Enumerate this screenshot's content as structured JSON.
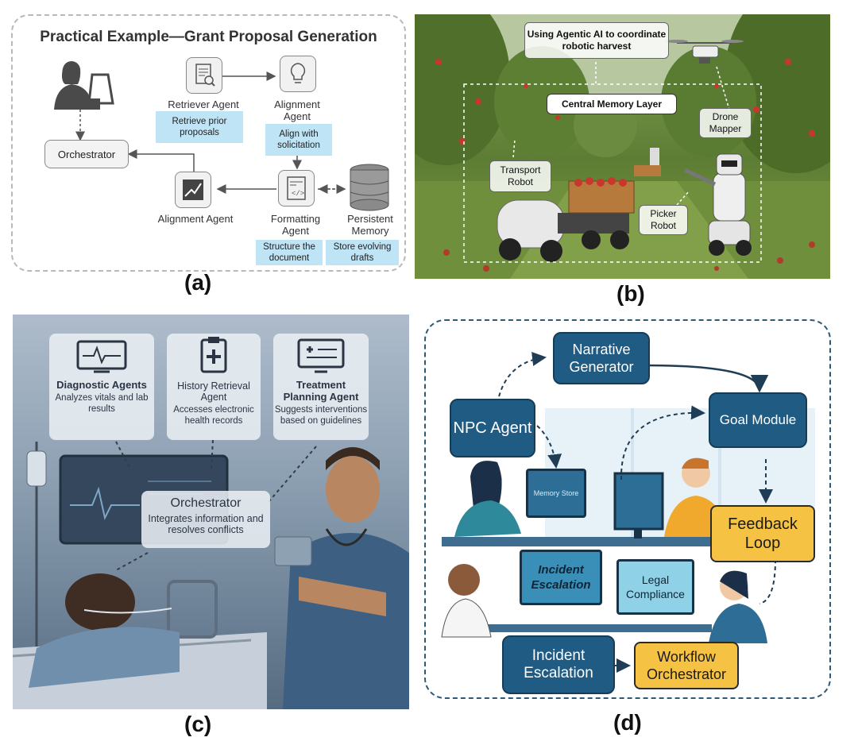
{
  "panel_a": {
    "title": "Practical Example—Grant Proposal Generation",
    "retriever": "Retriever Agent",
    "retriever_note": "Retrieve prior proposals",
    "alignment_top": "Alignment Agent",
    "alignment_note": "Align with solicitation",
    "orchestrator": "Orchestrator",
    "alignment_bottom": "Alignment Agent",
    "formatting": "Formatting Agent",
    "formatting_note": "Structure the document",
    "memory": "Persistent Memory",
    "memory_note": "Store evolving drafts",
    "caption": "(a)"
  },
  "panel_b": {
    "banner": "Using Agentic AI to coordinate robotic harvest",
    "central": "Central Memory Layer",
    "drone": "Drone Mapper",
    "transport": "Transport Robot",
    "picker": "Picker Robot",
    "caption": "(b)"
  },
  "panel_c": {
    "diagnostic_title": "Diagnostic Agents",
    "diagnostic_desc": "Analyzes vitals and lab results",
    "history_title": "History Retrieval Agent",
    "history_desc": "Accesses electronic health records",
    "treatment_title": "Treatment Planning Agent",
    "treatment_desc": "Suggests interventions based on guidelines",
    "orch_title": "Orchestrator",
    "orch_desc": "Integrates information and resolves conflicts",
    "caption": "(c)"
  },
  "panel_d": {
    "narrative": "Narrative Generator",
    "npc": "NPC Agent",
    "goal": "Goal Module",
    "memory_store": "Memory Store",
    "feedback": "Feedback Loop",
    "incident_monitor": "Incident Escalation",
    "legal": "Legal Compliance",
    "incident_box": "Incident Escalation",
    "workflow": "Workflow Orchestrator",
    "caption": "(d)"
  },
  "colors": {
    "note_blue": "#bfe4f5",
    "navy": "#1f5b82",
    "yellow": "#f5c243"
  }
}
